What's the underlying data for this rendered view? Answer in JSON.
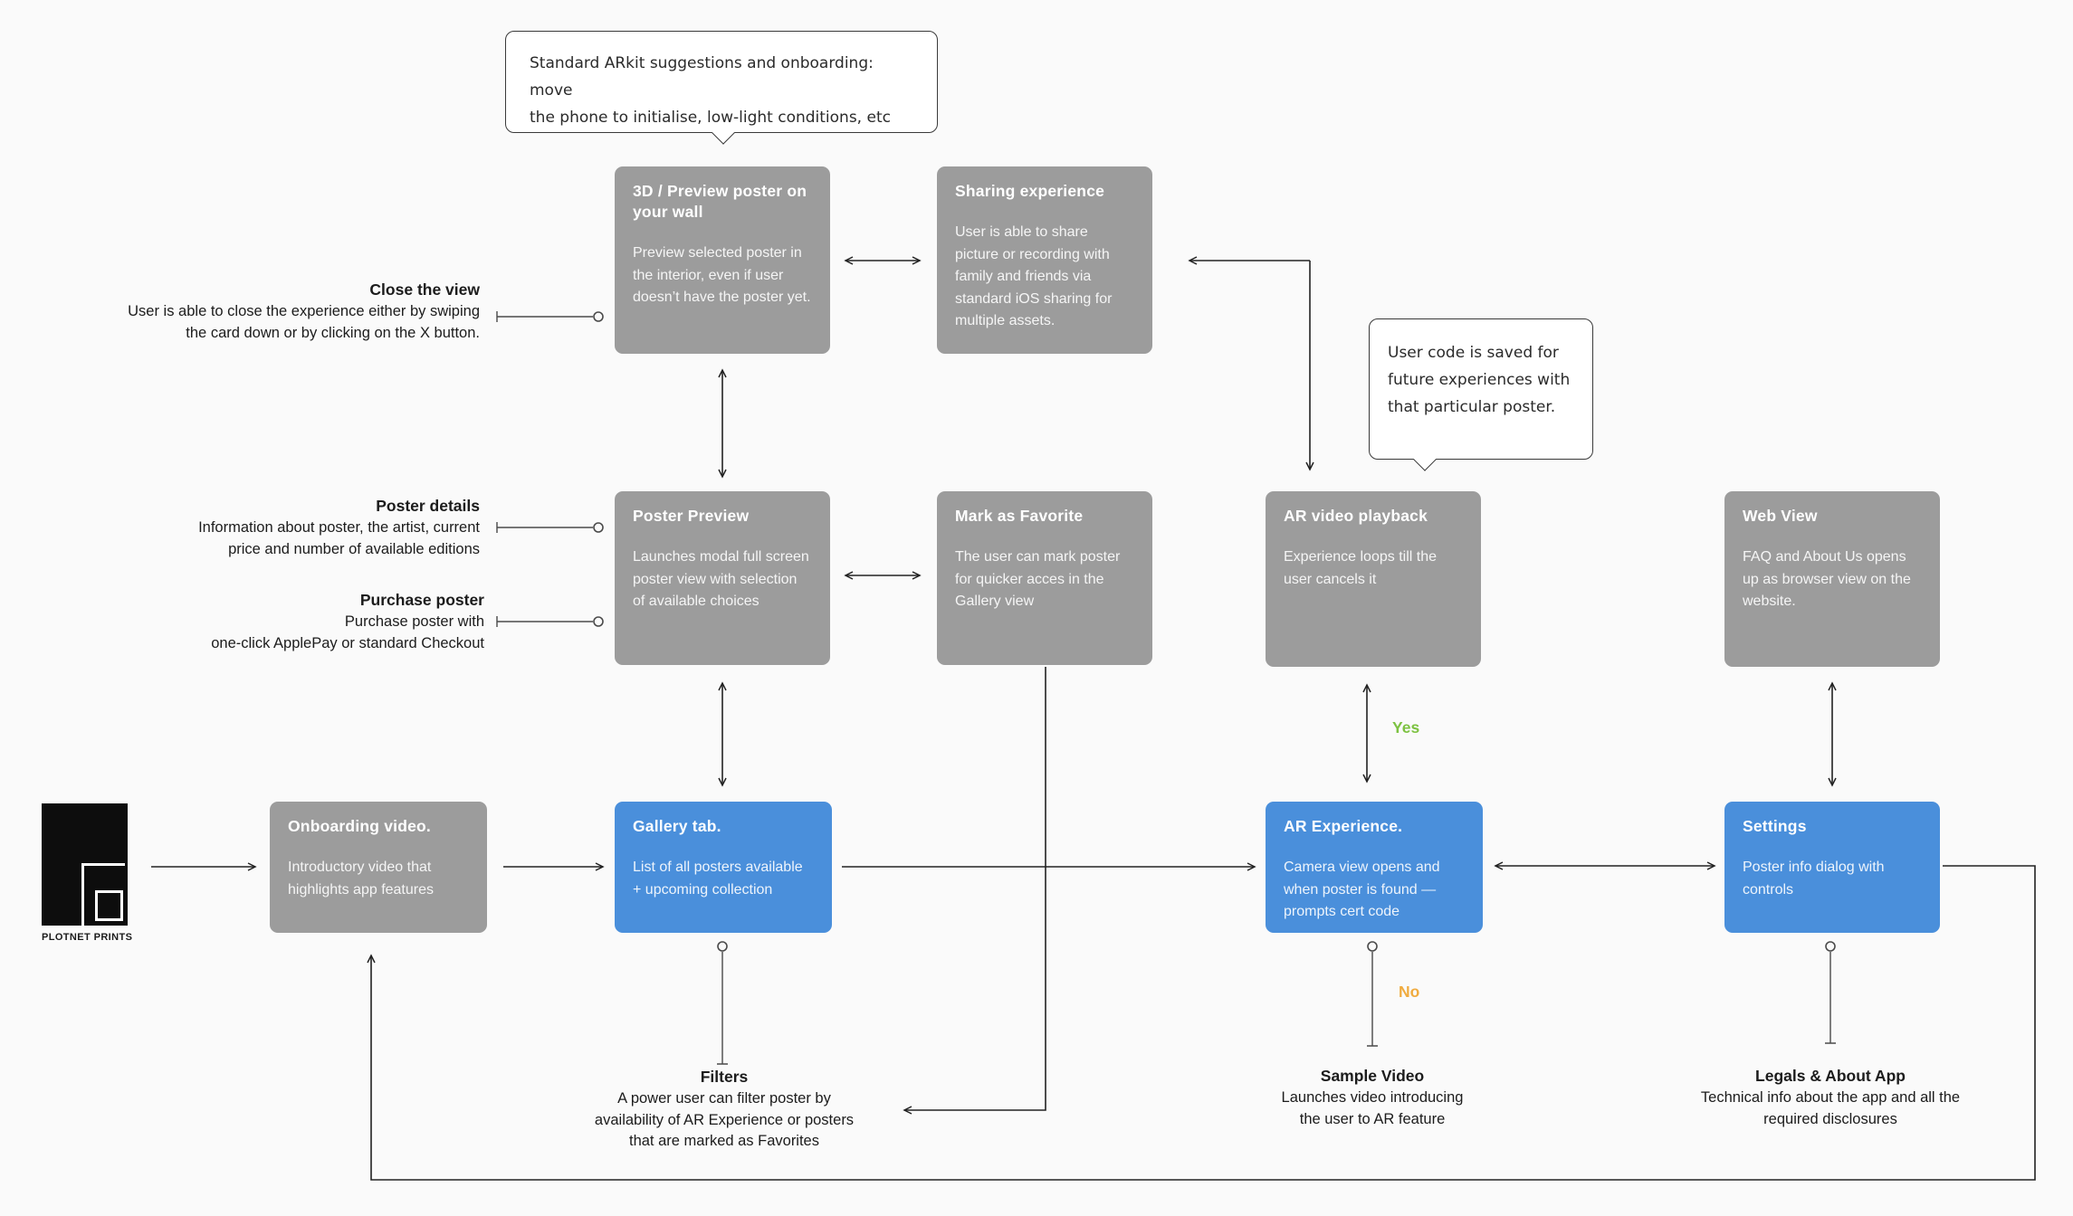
{
  "colors": {
    "bg": "#fafafa",
    "gray": "#9c9c9c",
    "blue": "#4a8fdb",
    "green": "#7dc242",
    "orange": "#f0ab3f",
    "line": "#222222"
  },
  "logo": {
    "name": "PLOTNET PRINTS"
  },
  "callouts": {
    "arkit": "Standard ARkit suggestions and onboarding: move\nthe phone to initialise, low-light conditions, etc",
    "user_code": "User code is saved for\nfuture experiences with\nthat particular poster."
  },
  "nodes": {
    "preview_3d": {
      "title": "3D / Preview poster on your wall",
      "body": "Preview selected poster in the interior, even if user doesn’t have the poster yet."
    },
    "sharing": {
      "title": "Sharing experience",
      "body": "User is able to share picture or recording with family and friends via standard iOS sharing for multiple assets."
    },
    "poster_preview": {
      "title": "Poster Preview",
      "body": "Launches modal full screen poster view with selection of available choices"
    },
    "favorite": {
      "title": "Mark as Favorite",
      "body": "The user can  mark poster for quicker acces in the Gallery view"
    },
    "ar_video": {
      "title": "AR video playback",
      "body": "Experience loops till the user cancels it"
    },
    "web_view": {
      "title": "Web View",
      "body": "FAQ and About Us opens up as browser view on the website."
    },
    "onboarding": {
      "title": "Onboarding video.",
      "body": "Introductory video that highlights app features"
    },
    "gallery": {
      "title": "Gallery tab.",
      "body": "List of all posters available + upcoming collection"
    },
    "ar_experience": {
      "title": "AR Experience.",
      "body": "Camera view opens and when poster is found — prompts cert code"
    },
    "settings": {
      "title": "Settings",
      "body": "Poster info dialog with controls"
    }
  },
  "annotations": {
    "close_view": {
      "title": "Close the view",
      "body": "User is able to close the experience either by swiping\nthe card down or by clicking on the X button."
    },
    "poster_details": {
      "title": "Poster details",
      "body": "Information about poster, the artist, current\nprice and number of available editions"
    },
    "purchase_poster": {
      "title": "Purchase poster",
      "body": "Purchase poster with\none-click ApplePay or  standard Checkout"
    },
    "filters": {
      "title": "Filters",
      "body": "A power user can filter poster by\navailability of AR Experience or posters\nthat are marked as Favorites"
    },
    "sample_video": {
      "title": "Sample Video",
      "body": "Launches video introducing\nthe user to AR feature"
    },
    "legals": {
      "title": "Legals & About App",
      "body": "Technical info about the app and all the\nrequired disclosures"
    }
  },
  "decision_labels": {
    "yes": "Yes",
    "no": "No"
  }
}
